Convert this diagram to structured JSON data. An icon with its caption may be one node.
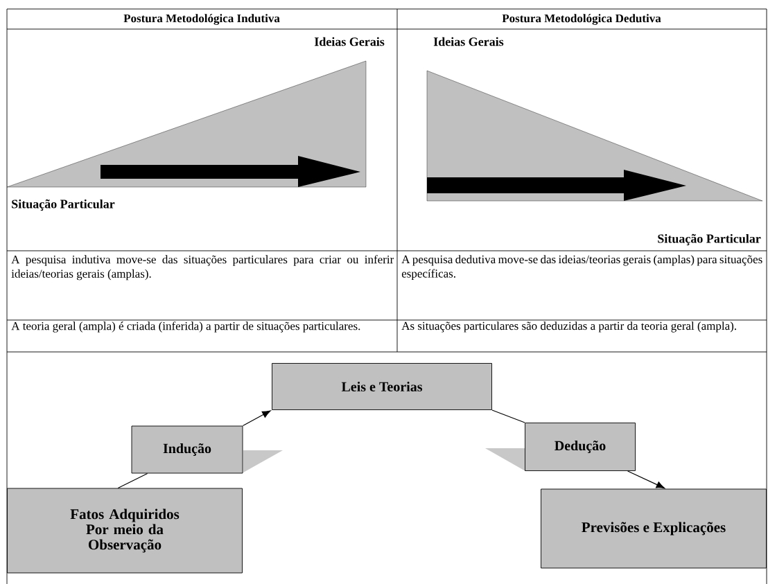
{
  "diagram": {
    "nodes": [
      {
        "text": [
          "Leis e Teorias"
        ]
      },
      {
        "text": [
          "Indução"
        ]
      },
      {
        "text": [
          "Dedução"
        ]
      },
      {
        "text": [
          "Fatos Adquiridos Por meio da Observação"
        ]
      },
      {
        "text": [
          "Previsões e Explicações"
        ]
      }
    ],
    "edges": [
      {
        "from": 3,
        "to": 1,
        "arrow": "none"
      },
      {
        "from": 1,
        "to": 0,
        "arrow": "to"
      },
      {
        "from": 0,
        "to": 2,
        "arrow": "none"
      },
      {
        "from": 2,
        "to": 4,
        "arrow": "to"
      }
    ],
    "labels": [
      "Postura Metodológica Indutiva",
      "Postura Metodológica Dedutiva",
      "Ideias Gerais",
      "Ideias Gerais",
      "Situação Particular",
      "Situação Particular",
      "A pesquisa indutiva move-se das situações particulares para criar ou inferir ideias/teorias gerais (amplas).",
      "A pesquisa dedutiva move-se das ideias/teorias gerais (amplas) para situações específicas.",
      "A teoria geral (ampla) é criada (inferida) a partir de situações particulares.",
      "As situações particulares são deduzidas a partir da teoria geral (ampla)."
    ]
  }
}
